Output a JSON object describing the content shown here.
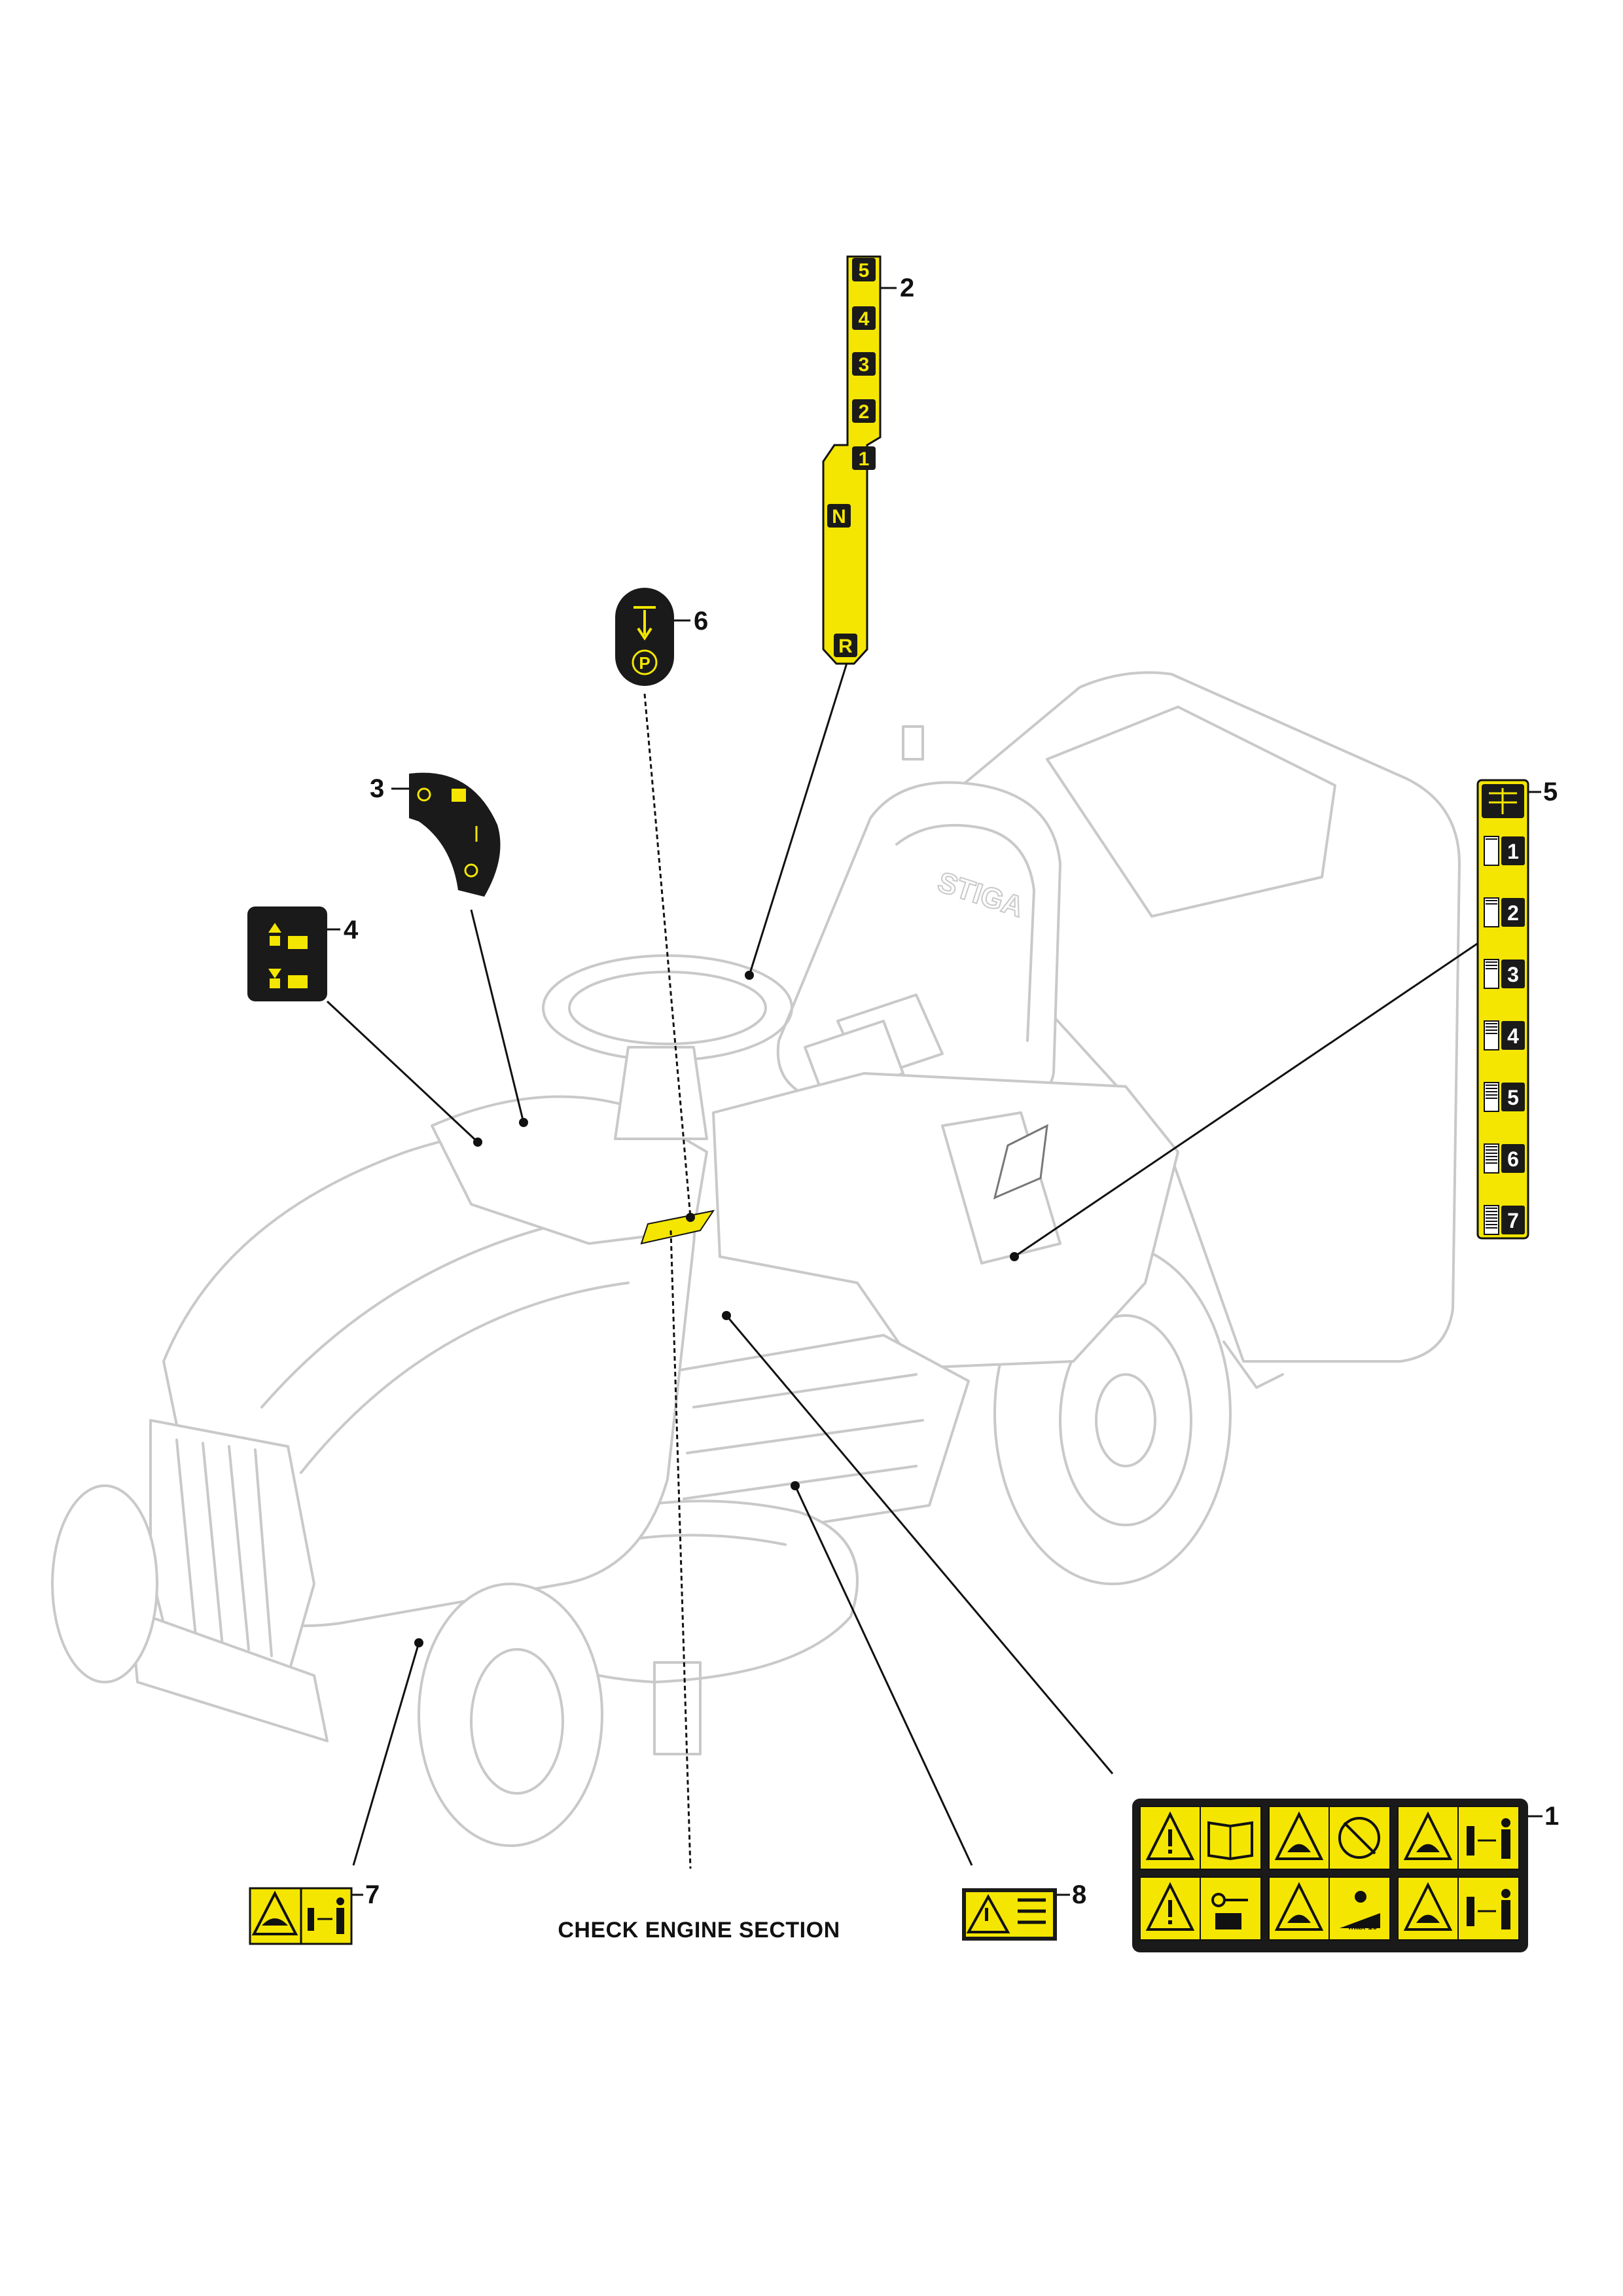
{
  "colors": {
    "decal_yellow": "#f4e600",
    "decal_dark": "#1a1a1a",
    "outline_grey": "#c9c9c9"
  },
  "brand_logo": "STIGA",
  "note": "CHECK ENGINE SECTION",
  "callouts": {
    "c1": "1",
    "c2": "2",
    "c3": "3",
    "c4": "4",
    "c5": "5",
    "c6": "6",
    "c7": "7",
    "c8": "8"
  },
  "gear_decal": {
    "labels": [
      "5",
      "4",
      "3",
      "2",
      "1",
      "N",
      "R"
    ]
  },
  "cut_height_decal": {
    "labels": [
      "1",
      "2",
      "3",
      "4",
      "5",
      "6",
      "7"
    ]
  },
  "throttle_decal": {
    "labels": [
      "O",
      "I"
    ]
  },
  "parking_decal": {
    "label": "P"
  },
  "warning_decal_1": {
    "icons": [
      "warning-icon",
      "manual-icon",
      "thrown-objects-icon",
      "no-passengers-icon",
      "blade-hazard-icon",
      "keep-distance-icon",
      "warning-icon",
      "remove-key-icon",
      "rollover-icon",
      "slope-icon",
      "blade-foot-icon",
      "keep-distance-icon"
    ],
    "slope_text": "max 10°"
  },
  "warning_decal_7": {
    "icons": [
      "blade-hazard-icon",
      "keep-distance-icon"
    ]
  },
  "warning_decal_8": {
    "icons": [
      "warning-icon",
      "manual-icon"
    ]
  }
}
